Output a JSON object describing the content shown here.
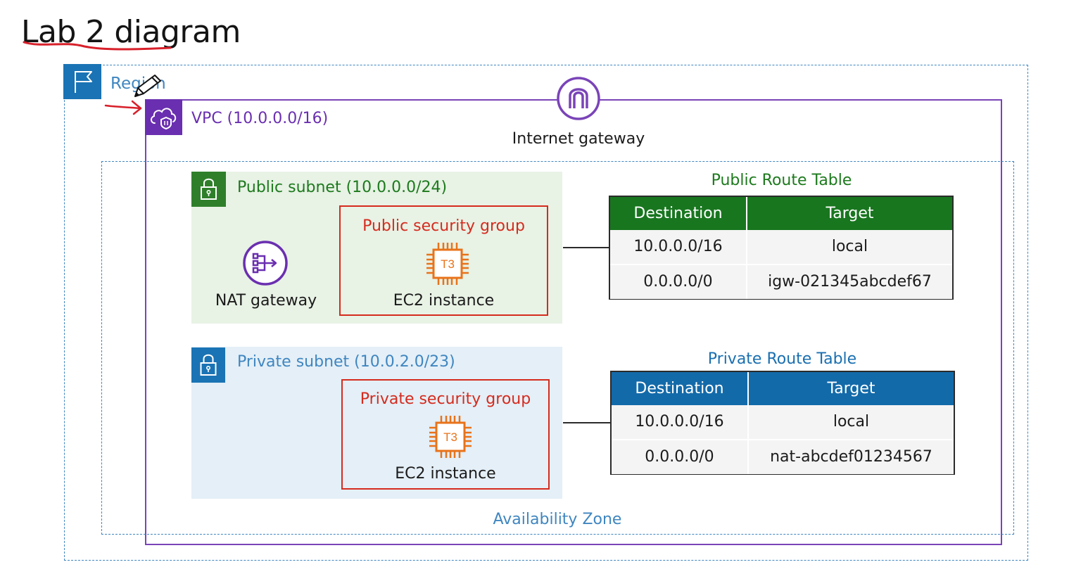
{
  "title": "Lab 2 diagram",
  "region": {
    "label": "Region"
  },
  "vpc": {
    "label": "VPC (10.0.0.0/16)"
  },
  "internet_gateway": {
    "label": "Internet gateway"
  },
  "availability_zone": {
    "label": "Availability Zone"
  },
  "public_subnet": {
    "label": "Public subnet (10.0.0.0/24)",
    "nat_gateway_label": "NAT gateway",
    "security_group_label": "Public security group",
    "instance_type": "T3",
    "instance_label": "EC2 instance"
  },
  "private_subnet": {
    "label": "Private subnet (10.0.2.0/23)",
    "security_group_label": "Private security group",
    "instance_type": "T3",
    "instance_label": "EC2 instance"
  },
  "public_route_table": {
    "title": "Public Route Table",
    "headers": [
      "Destination",
      "Target"
    ],
    "rows": [
      [
        "10.0.0.0/16",
        "local"
      ],
      [
        "0.0.0.0/0",
        "igw-021345abcdef67"
      ]
    ]
  },
  "private_route_table": {
    "title": "Private Route Table",
    "headers": [
      "Destination",
      "Target"
    ],
    "rows": [
      [
        "10.0.0.0/16",
        "local"
      ],
      [
        "0.0.0.0/0",
        "nat-abcdef01234567"
      ]
    ]
  },
  "colors": {
    "region": "#3f86c0",
    "vpc": "#6a2fb0",
    "public": "#1d7a1d",
    "private": "#1a73b4",
    "security_group": "#d52b1e",
    "ec2": "#e8731a"
  }
}
